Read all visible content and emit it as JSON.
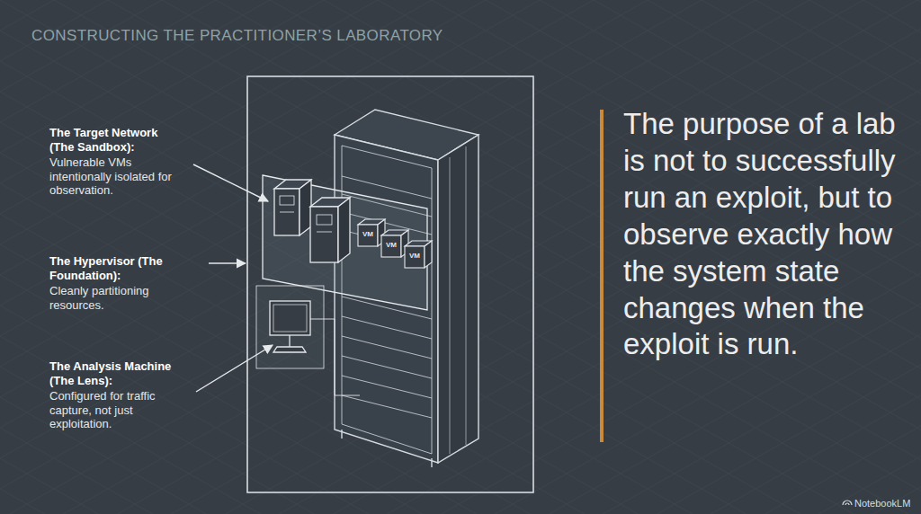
{
  "diagram": {
    "title": "CONSTRUCTING THE PRACTITIONER’S LABORATORY",
    "labels": [
      "The Target Network (The Sandbox):",
      "Vulnerable VMs intentionally isolated for observation.",
      "The Hypervisor (The Foundation):",
      "Cleanly partitioning resources.",
      "The Analysis Machine (The Lens):",
      "Configured for traffic capture, not just exploitation.",
      "The purpose of a lab is not to successfully run an exploit, but to observe exactly how the system state changes when the exploit is run.",
      "VM",
      "VM",
      "VM",
      "NotebookLM"
    ]
  }
}
